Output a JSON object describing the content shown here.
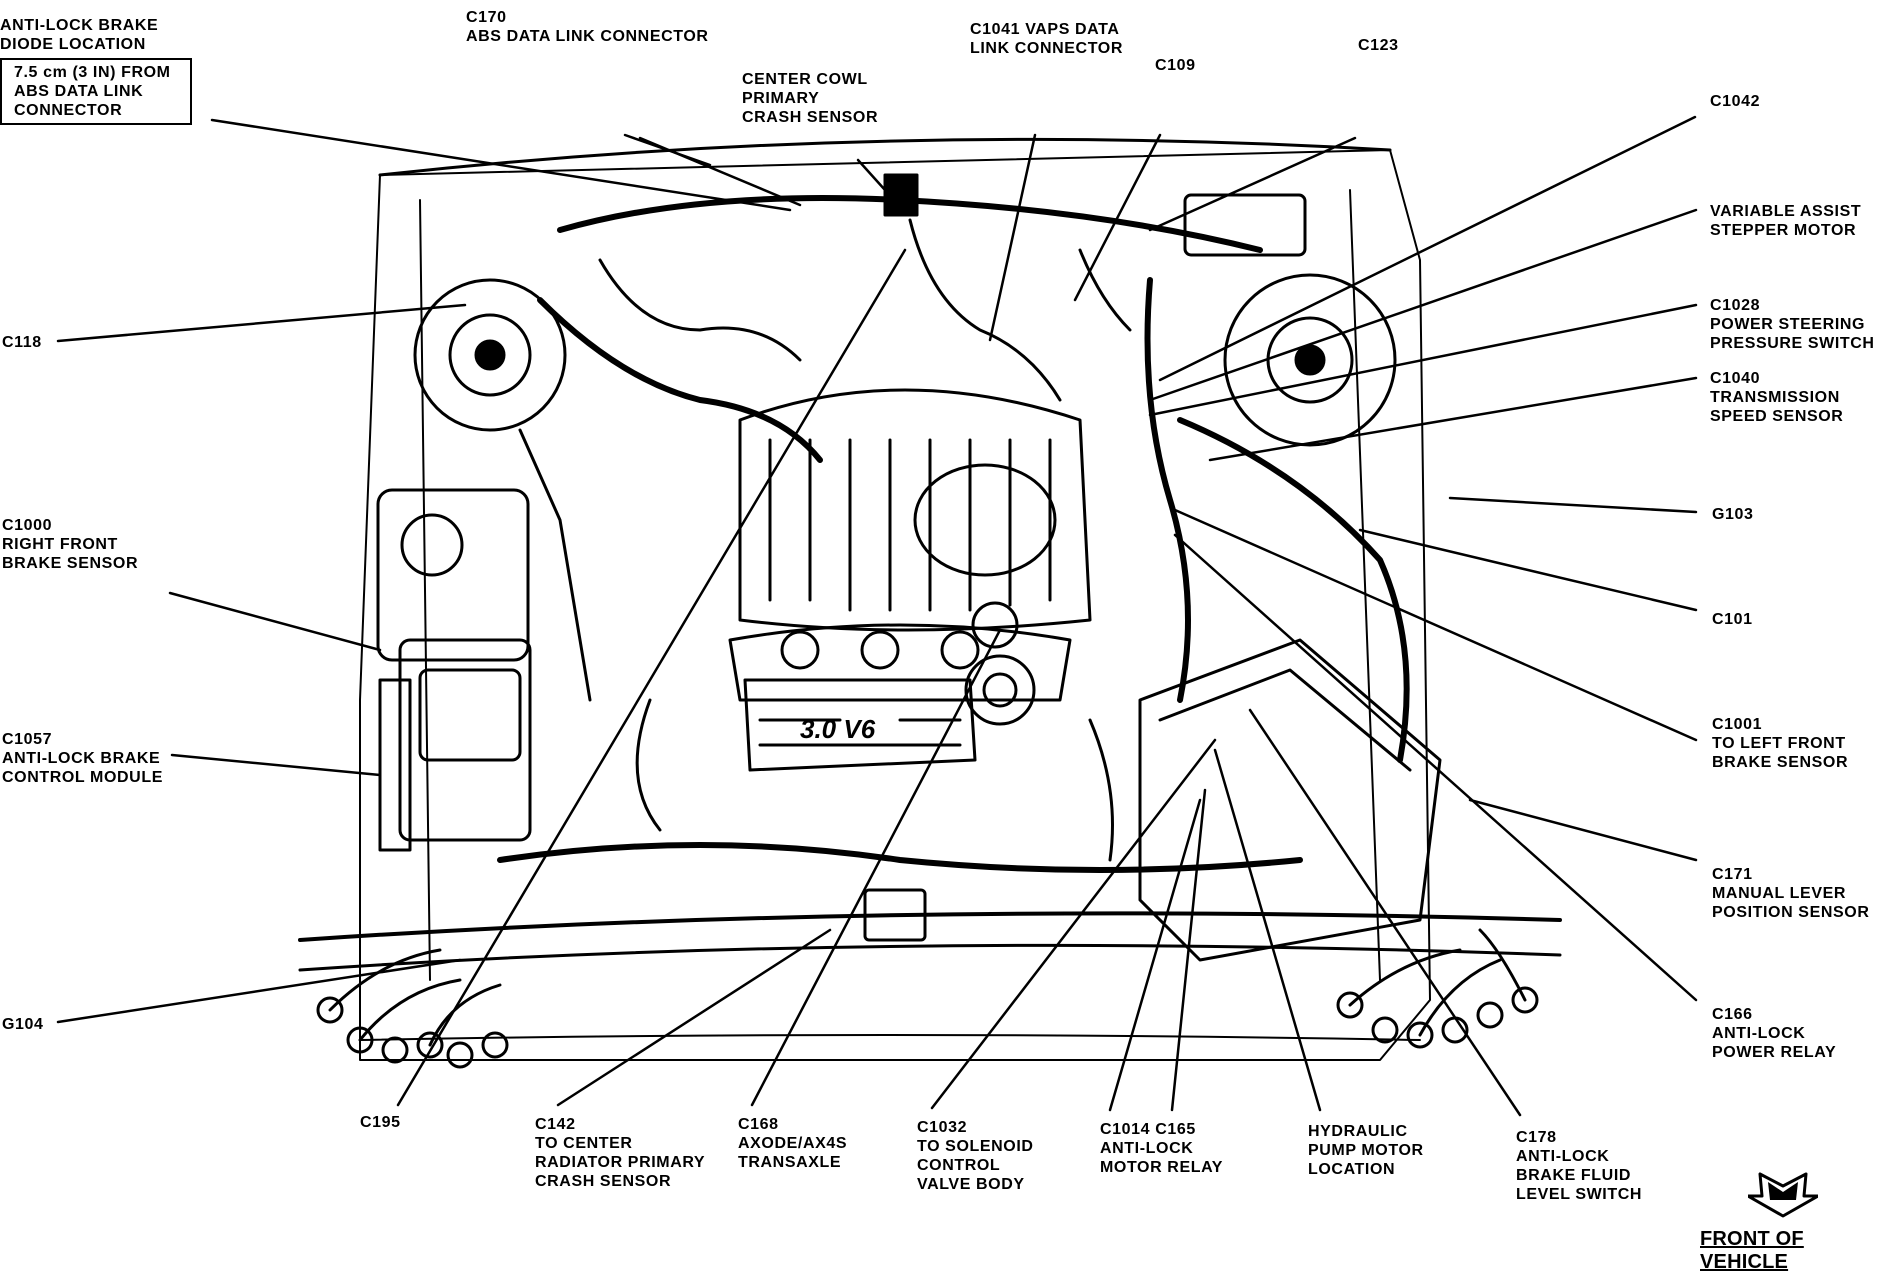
{
  "diagram": {
    "title": "Engine compartment component locations",
    "orientation_label": "FRONT OF VEHICLE",
    "orientation_icon": "front-arrow-icon",
    "engine_badge": "3.0 V6",
    "note_box": {
      "heading": [
        "ANTI-LOCK BRAKE",
        "DIODE LOCATION"
      ],
      "lines": [
        "7.5 cm (3 IN) FROM",
        "ABS DATA LINK",
        "CONNECTOR"
      ]
    },
    "callouts": [
      {
        "id": "abs-diode",
        "lines": [
          "ANTI-LOCK BRAKE",
          "DIODE LOCATION"
        ]
      },
      {
        "id": "c170",
        "lines": [
          "C170",
          "ABS DATA LINK CONNECTOR"
        ]
      },
      {
        "id": "center-cowl",
        "lines": [
          "CENTER COWL",
          "PRIMARY",
          "CRASH SENSOR"
        ]
      },
      {
        "id": "c1041",
        "lines": [
          "C1041 VAPS DATA",
          "LINK CONNECTOR"
        ]
      },
      {
        "id": "c109",
        "lines": [
          "C109"
        ]
      },
      {
        "id": "c123",
        "lines": [
          "C123"
        ]
      },
      {
        "id": "c1042",
        "lines": [
          "C1042"
        ]
      },
      {
        "id": "vas-motor",
        "lines": [
          "VARIABLE ASSIST",
          "STEPPER MOTOR"
        ]
      },
      {
        "id": "c1028",
        "lines": [
          "C1028",
          "POWER STEERING",
          "PRESSURE SWITCH"
        ]
      },
      {
        "id": "c1040",
        "lines": [
          "C1040",
          "TRANSMISSION",
          "SPEED SENSOR"
        ]
      },
      {
        "id": "g103",
        "lines": [
          "G103"
        ]
      },
      {
        "id": "c101",
        "lines": [
          "C101"
        ]
      },
      {
        "id": "c1001",
        "lines": [
          "C1001",
          "TO LEFT FRONT",
          "BRAKE SENSOR"
        ]
      },
      {
        "id": "c171",
        "lines": [
          "C171",
          "MANUAL LEVER",
          "POSITION SENSOR"
        ]
      },
      {
        "id": "c166",
        "lines": [
          "C166",
          "ANTI-LOCK",
          "POWER RELAY"
        ]
      },
      {
        "id": "c118",
        "lines": [
          "C118"
        ]
      },
      {
        "id": "c1000",
        "lines": [
          "C1000",
          "RIGHT FRONT",
          "BRAKE SENSOR"
        ]
      },
      {
        "id": "c1057",
        "lines": [
          "C1057",
          "ANTI-LOCK BRAKE",
          "CONTROL MODULE"
        ]
      },
      {
        "id": "g104",
        "lines": [
          "G104"
        ]
      },
      {
        "id": "c195",
        "lines": [
          "C195"
        ]
      },
      {
        "id": "c142",
        "lines": [
          "C142",
          "TO CENTER",
          "RADIATOR PRIMARY",
          "CRASH SENSOR"
        ]
      },
      {
        "id": "c168",
        "lines": [
          "C168",
          "AXODE/AX4S",
          "TRANSAXLE"
        ]
      },
      {
        "id": "c1032",
        "lines": [
          "C1032",
          "TO SOLENOID",
          "CONTROL",
          "VALVE BODY"
        ]
      },
      {
        "id": "c1014-c165",
        "lines": [
          "C1014 C165",
          "ANTI-LOCK",
          "MOTOR RELAY"
        ]
      },
      {
        "id": "hydraulic-pump",
        "lines": [
          "HYDRAULIC",
          "PUMP MOTOR",
          "LOCATION"
        ]
      },
      {
        "id": "c178",
        "lines": [
          "C178",
          "ANTI-LOCK",
          "BRAKE FLUID",
          "LEVEL SWITCH"
        ]
      }
    ]
  }
}
